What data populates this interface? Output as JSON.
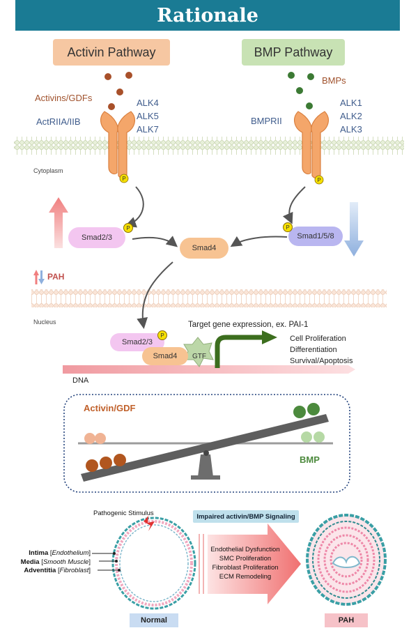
{
  "title": "Rationale",
  "pathways": {
    "activin": "Activin Pathway",
    "bmp": "BMP Pathway"
  },
  "ligands": {
    "activin": "Activins/GDFs",
    "bmp": "BMPs"
  },
  "receptors": {
    "type2_activin": "ActRIIA/IIB",
    "type2_bmp": "BMPRII",
    "activin_alks": [
      "ALK4",
      "ALK5",
      "ALK7"
    ],
    "bmp_alks": [
      "ALK1",
      "ALK2",
      "ALK3"
    ]
  },
  "compartments": {
    "cytoplasm": "Cytoplasm",
    "nucleus": "Nucleus",
    "dna": "DNA"
  },
  "phospho": "P",
  "smads": {
    "smad23": "Smad2/3",
    "smad4": "Smad4",
    "smad158": "Smad1/5/8",
    "gtf": "GTF"
  },
  "pah_legend": "PAH",
  "target_gene": "Target gene expression, ex. PAI-1",
  "outcomes": [
    "Cell Proliferation",
    "Differentiation",
    "Survival/Apoptosis"
  ],
  "balance": {
    "left": "Activin/GDF",
    "right": "BMP"
  },
  "vessel": {
    "stimulus": "Pathogenic Stimulus",
    "impaired": "Impaired activin/BMP Signaling",
    "layers": [
      {
        "name": "Intima",
        "cell": "Endothelium"
      },
      {
        "name": "Media",
        "cell": "Smooth Muscle"
      },
      {
        "name": "Adventitia",
        "cell": "Fibroblast"
      }
    ],
    "effects": [
      "Endothelial Dysfunction",
      "SMC Proliferation",
      "Fibroblast Proliferation",
      "ECM Remodeling"
    ],
    "normal": "Normal",
    "pah": "PAH"
  },
  "colors": {
    "banner": "#1a7b94",
    "activin_box": "#f6c7a2",
    "bmp_box": "#c8e2b4",
    "activin_ball": "#a8502a",
    "bmp_ball": "#3c7a34",
    "membrane": "#dfe9cc",
    "nucleus_membrane": "#f6dccc",
    "smad23": "#f3c6f0",
    "smad4": "#f7c392",
    "smad158": "#b9b6f0",
    "gtf": "#bcd7a8"
  }
}
